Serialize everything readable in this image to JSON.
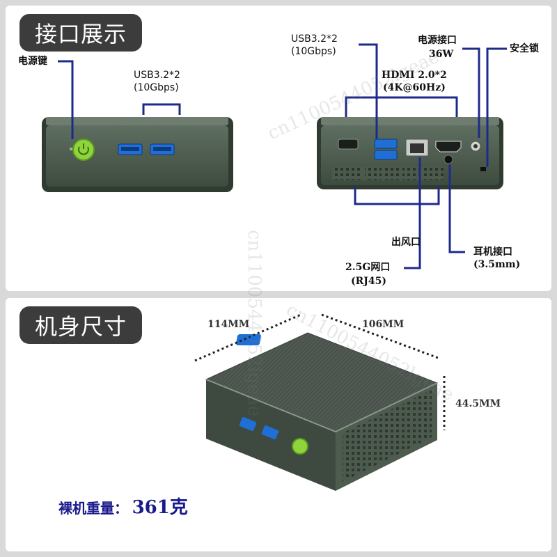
{
  "sections": {
    "ports_title": "接口展示",
    "size_title": "机身尺寸"
  },
  "front_view": {
    "power_button_label": "电源键",
    "usb_label_line1": "USB3.2*2",
    "usb_label_line2": "(10Gbps)"
  },
  "rear_view": {
    "usb_label_line1": "USB3.2*2",
    "usb_label_line2": "(10Gbps)",
    "power_label_line1": "电源接口",
    "power_label_line2": "36W",
    "lock_label": "安全锁",
    "hdmi_label_line1": "HDMI 2.0*2",
    "hdmi_label_line2": "(4K@60Hz)",
    "vent_label": "出风口",
    "lan_label_line1": "2.5G网口",
    "lan_label_line2": "(RJ45)",
    "audio_label_line1": "耳机接口",
    "audio_label_line2": "(3.5mm)"
  },
  "dimensions": {
    "length": "114MM",
    "width": "106MM",
    "height": "44.5MM",
    "weight_label": "裸机重量：",
    "weight_value": "361克"
  },
  "colors": {
    "device_body": "#4a5a4c",
    "callout_line": "#1e2a8a",
    "power_button": "#8ed43a",
    "usb_port": "#1f6fd6",
    "tag_bg": "#3c3c3c"
  },
  "watermark": "cn1100544052lgeae"
}
